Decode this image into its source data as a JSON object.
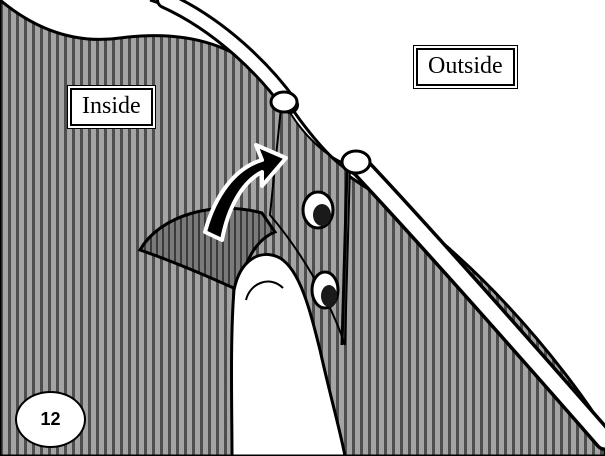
{
  "labels": {
    "inside": "Inside",
    "outside": "Outside"
  },
  "step": {
    "number": "12"
  },
  "colors": {
    "shaded_area": "#9a9a9a",
    "hatch_line": "#4a4a4a",
    "outline": "#000000",
    "background": "#ffffff",
    "tab_fill": "#6e6e6e"
  }
}
